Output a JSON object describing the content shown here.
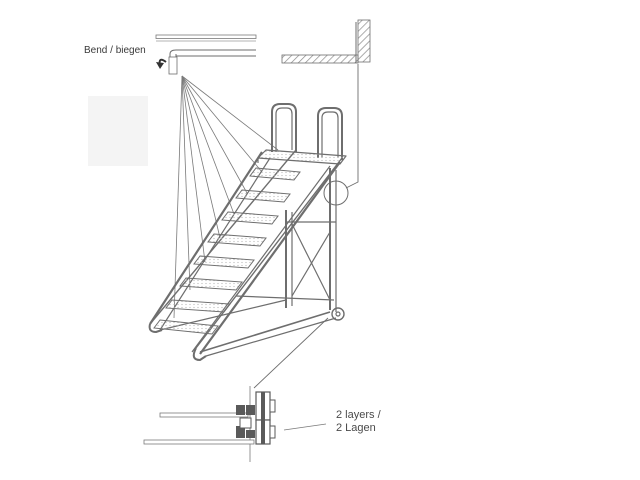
{
  "labels": {
    "bend": "Bend / biegen",
    "layers_line1": "2 layers /",
    "layers_line2": "2 Lagen"
  },
  "colors": {
    "ink": "#6e6e6e",
    "light_ink": "#9a9a9a",
    "detail_fill": "#5a5a5a",
    "hatch": "#8a8a8a",
    "text": "#444444"
  },
  "steps": 8
}
